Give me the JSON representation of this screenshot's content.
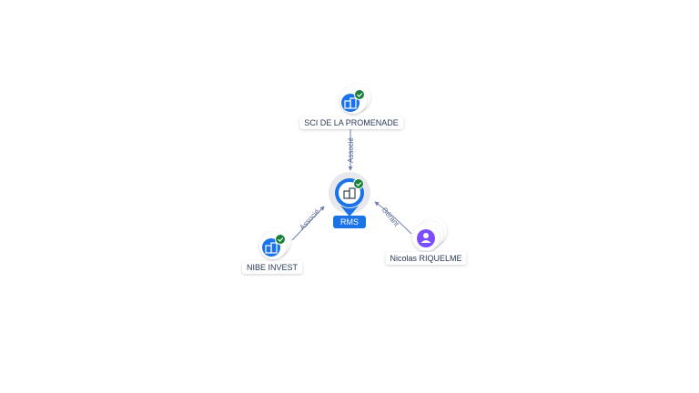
{
  "center": {
    "label": "RMS",
    "icon": "building-icon",
    "verified": true
  },
  "nodes": [
    {
      "id": "sci",
      "label": "SCI DE LA PROMENADE",
      "type": "company",
      "icon": "building-icon",
      "verified": true
    },
    {
      "id": "nibe",
      "label": "NIBE INVEST",
      "type": "company",
      "icon": "building-icon",
      "verified": true
    },
    {
      "id": "nicolas",
      "label": "Nicolas RIQUELME",
      "type": "person",
      "icon": "person-icon",
      "verified": false
    }
  ],
  "edges": [
    {
      "from": "sci",
      "to": "center",
      "label": "Associé"
    },
    {
      "from": "nibe",
      "to": "center",
      "label": "Associé"
    },
    {
      "from": "nicolas",
      "to": "center",
      "label": "Gérant"
    }
  ],
  "colors": {
    "company": "#1a73e8",
    "person": "#7c4dff",
    "verified": "#188038",
    "edge": "#6f7fa8"
  }
}
